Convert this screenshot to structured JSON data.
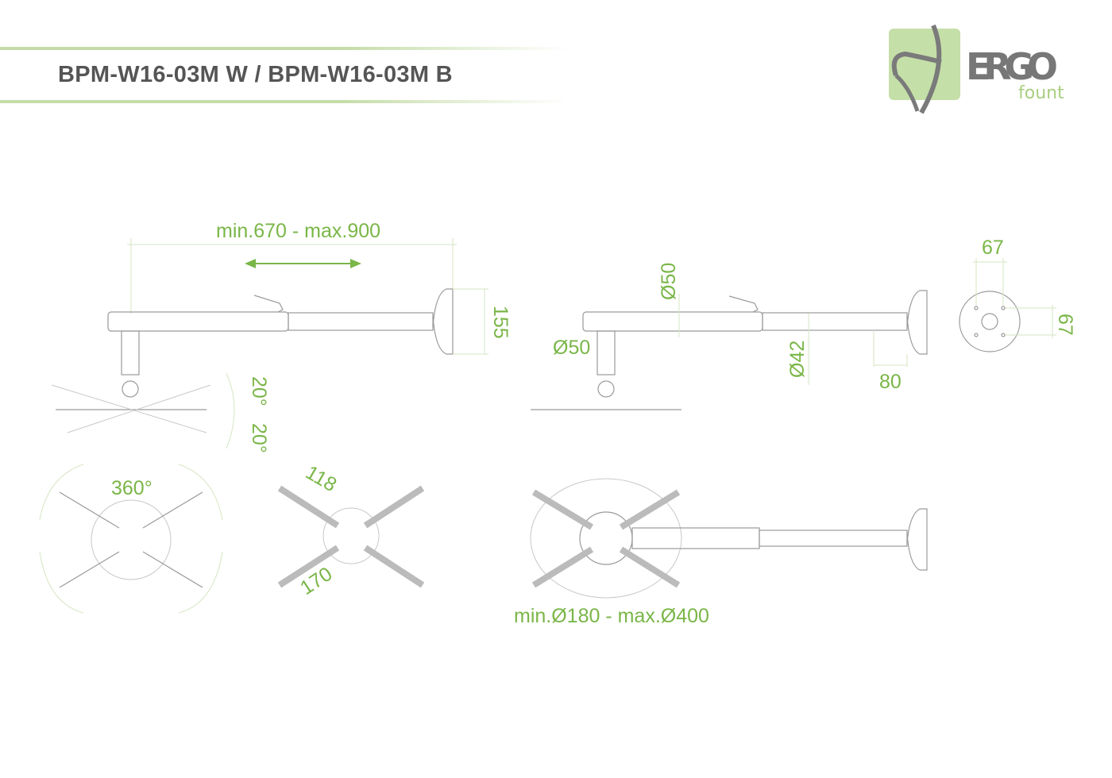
{
  "header": {
    "title": "BPM-W16-03M W / BPM-W16-03M B"
  },
  "logo": {
    "brand": "ERGO",
    "sub": "fount"
  },
  "colors": {
    "accent": "#7ab648",
    "logo_bg": "#c5dfa8",
    "logo_text": "#777777",
    "line": "#9a9a9a"
  },
  "dimensions": {
    "arm_length": "min.670 - max.900",
    "wall_plate_height": "155",
    "tilt_up": "20°",
    "tilt_down": "20°",
    "outer_tube_dia": "Ø50",
    "column_dia": "Ø50",
    "inner_tube_dia": "Ø42",
    "plate_offset": "80",
    "plate_width": "67",
    "plate_height": "67",
    "rotation": "360°",
    "bracket_inner": "118",
    "bracket_outer": "170",
    "mount_range": "min.Ø180 - max.Ø400"
  }
}
